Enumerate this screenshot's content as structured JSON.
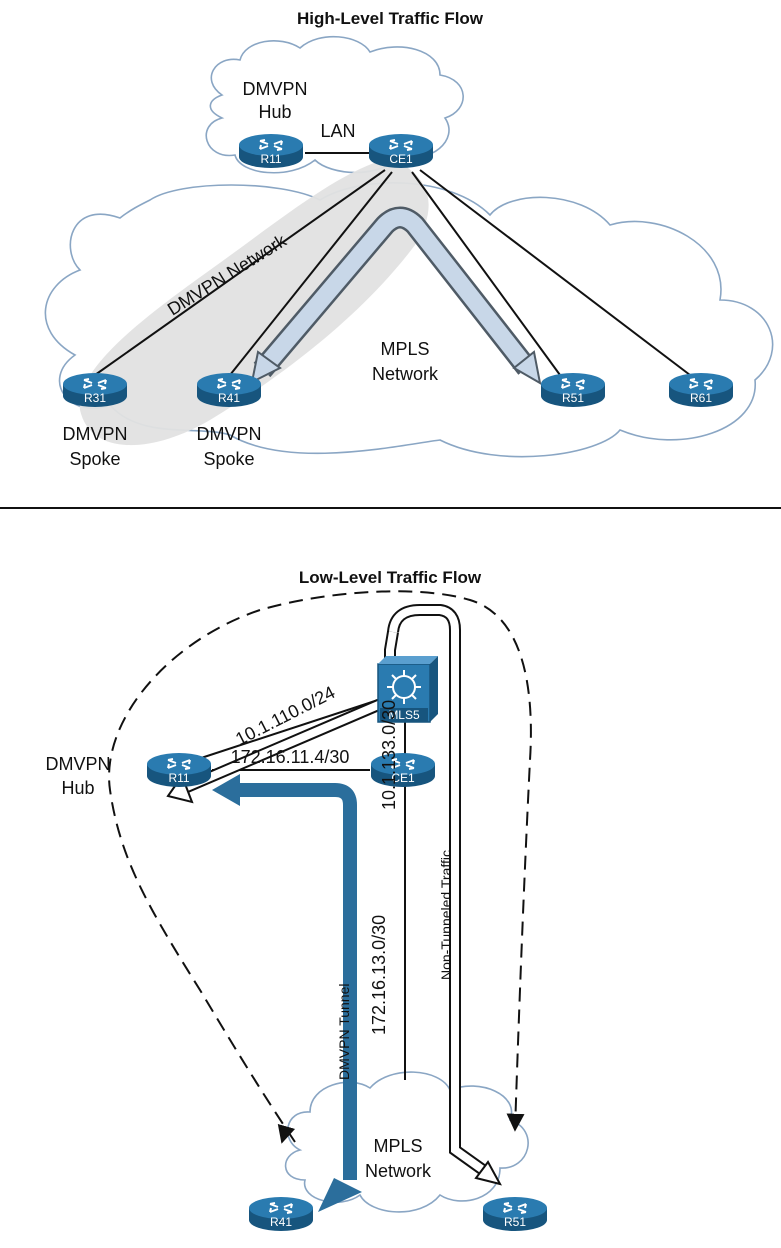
{
  "top": {
    "title": "High-Level Traffic Flow",
    "hub_label_1": "DMVPN",
    "hub_label_2": "Hub",
    "lan_label": "LAN",
    "dmvpn_network_label": "DMVPN Network",
    "mpls_label_1": "MPLS",
    "mpls_label_2": "Network",
    "spoke_label_1": "DMVPN",
    "spoke_label_2": "Spoke",
    "routers": {
      "r11": "R11",
      "ce1": "CE1",
      "r31": "R31",
      "r41": "R41",
      "r51": "R51",
      "r61": "R61"
    }
  },
  "bottom": {
    "title": "Low-Level Traffic Flow",
    "hub_label_1": "DMVPN",
    "hub_label_2": "Hub",
    "subnet_r11_ce1": "172.16.11.4/30",
    "subnet_mls5_r11": "10.1.110.0/24",
    "subnet_mls5_ce1": "10.1.133.0/30",
    "subnet_ce1_mpls": "172.16.13.0/30",
    "tunnel_label": "DMVPN Tunnel",
    "non_tunneled_label": "Non-Tunneled Traffic",
    "mpls_label_1": "MPLS",
    "mpls_label_2": "Network",
    "routers": {
      "r11": "R11",
      "ce1": "CE1",
      "mls5": "MLS5",
      "r41": "R41",
      "r51": "R51"
    }
  },
  "colors": {
    "router_blue": "#1f6fa3",
    "tunnel_blue": "#2b6e9c",
    "cloud_outline": "#8aa6c4",
    "dmvpn_shade": "#e2e2e2"
  }
}
